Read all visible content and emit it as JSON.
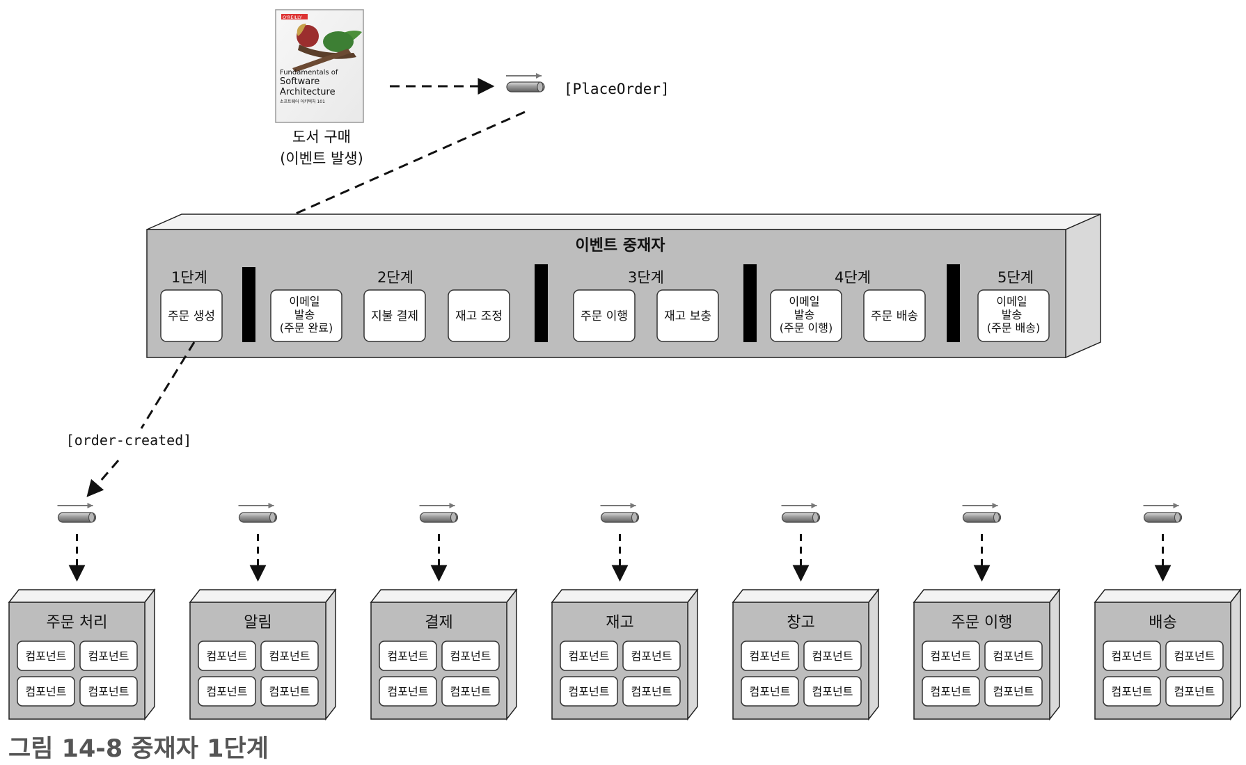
{
  "book": {
    "publisher": "O'REILLY",
    "title_lines": [
      "Fundamentals of",
      "Software",
      "Architecture"
    ],
    "subtitle": "소프트웨어 아키텍처 101",
    "caption_line1": "도서 구매",
    "caption_line2": "(이벤트 발생)"
  },
  "place_order_label": "[PlaceOrder]",
  "mediator": {
    "title": "이벤트 중재자",
    "steps": [
      {
        "label": "1단계",
        "items": [
          "주문 생성"
        ]
      },
      {
        "label": "2단계",
        "items": [
          "이메일\n발송\n(주문 완료)",
          "지불 결제",
          "재고 조정"
        ]
      },
      {
        "label": "3단계",
        "items": [
          "주문 이행",
          "재고 보충"
        ]
      },
      {
        "label": "4단계",
        "items": [
          "이메일\n발송\n(주문 이행)",
          "주문 배송"
        ]
      },
      {
        "label": "5단계",
        "items": [
          "이메일\n발송\n(주문 배송)"
        ]
      }
    ]
  },
  "order_created_label": "[order-created]",
  "services": [
    {
      "name": "주문 처리",
      "components": [
        "컴포넌트",
        "컴포넌트",
        "컴포넌트",
        "컴포넌트"
      ]
    },
    {
      "name": "알림",
      "components": [
        "컴포넌트",
        "컴포넌트",
        "컴포넌트",
        "컴포넌트"
      ]
    },
    {
      "name": "결제",
      "components": [
        "컴포넌트",
        "컴포넌트",
        "컴포넌트",
        "컴포넌트"
      ]
    },
    {
      "name": "재고",
      "components": [
        "컴포넌트",
        "컴포넌트",
        "컴포넌트",
        "컴포넌트"
      ]
    },
    {
      "name": "창고",
      "components": [
        "컴포넌트",
        "컴포넌트",
        "컴포넌트",
        "컴포넌트"
      ]
    },
    {
      "name": "주문 이행",
      "components": [
        "컴포넌트",
        "컴포넌트",
        "컴포넌트",
        "컴포넌트"
      ]
    },
    {
      "name": "배송",
      "components": [
        "컴포넌트",
        "컴포넌트",
        "컴포넌트",
        "컴포넌트"
      ]
    }
  ],
  "figure_caption": "그림 14-8 중재자 1단계",
  "colors": {
    "box_gray": "#bdbdbd",
    "box_top": "#f3f3f3",
    "box_side": "#d9d9d9",
    "divider": "#000000",
    "pipe": "#8e8e8e"
  }
}
